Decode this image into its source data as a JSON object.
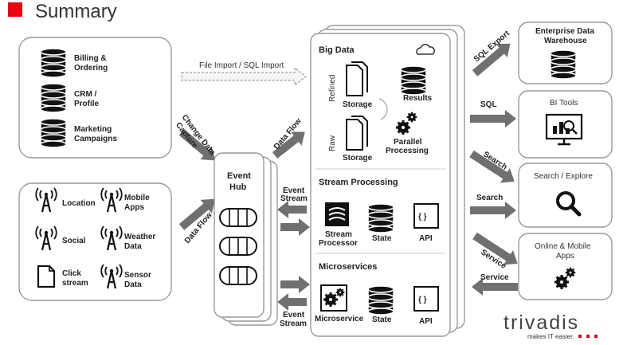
{
  "title": "Summary",
  "sources": {
    "databases": [
      {
        "line1": "Billing &",
        "line2": "Ordering"
      },
      {
        "line1": "CRM /",
        "line2": "Profile"
      },
      {
        "line1": "Marketing",
        "line2": "Campaigns"
      }
    ],
    "streams": [
      {
        "line1": "Location",
        "line2": ""
      },
      {
        "line1": "Mobile",
        "line2": "Apps"
      },
      {
        "line1": "Social",
        "line2": ""
      },
      {
        "line1": "Weather",
        "line2": "Data"
      },
      {
        "line1": "Click",
        "line2": "stream"
      },
      {
        "line1": "Sensor",
        "line2": "Data"
      }
    ]
  },
  "flows": {
    "file_import": "File Import / SQL Import",
    "cdc_line1": "Change Data",
    "cdc_line2": "Capture",
    "data_flow_left": "Data Flow",
    "data_flow_right": "Data Flow",
    "event_stream_top_1": "Event",
    "event_stream_top_2": "Stream",
    "event_stream_bottom_1": "Event",
    "event_stream_bottom_2": "Stream",
    "sql_export": "SQL Export",
    "sql": "SQL",
    "search_1": "Search",
    "search_2": "Search",
    "service_1": "Service",
    "service_2": "Service"
  },
  "event_hub": {
    "line1": "Event",
    "line2": "Hub"
  },
  "big_data": {
    "title": "Big Data",
    "refined": "Refined",
    "raw": "Raw",
    "storage_1": "Storage",
    "storage_2": "Storage",
    "results": "Results",
    "parallel_1": "Parallel",
    "parallel_2": "Processing"
  },
  "stream_processing": {
    "title": "Stream Processing",
    "processor_1": "Stream",
    "processor_2": "Processor",
    "state": "State",
    "api": "API",
    "api_glyph": "{ }"
  },
  "microservices": {
    "title": "Microservices",
    "microservice": "Microservice",
    "state": "State",
    "api": "API",
    "api_glyph": "{ }"
  },
  "targets": {
    "edw_1": "Enterprise Data",
    "edw_2": "Warehouse",
    "bi_tools": "BI Tools",
    "search_explore": "Search / Explore",
    "online_1": "Online & Mobile",
    "online_2": "Apps"
  },
  "brand": {
    "logo": "trivadis",
    "tagline": "makes IT easier.",
    "accent": "#e30613"
  }
}
